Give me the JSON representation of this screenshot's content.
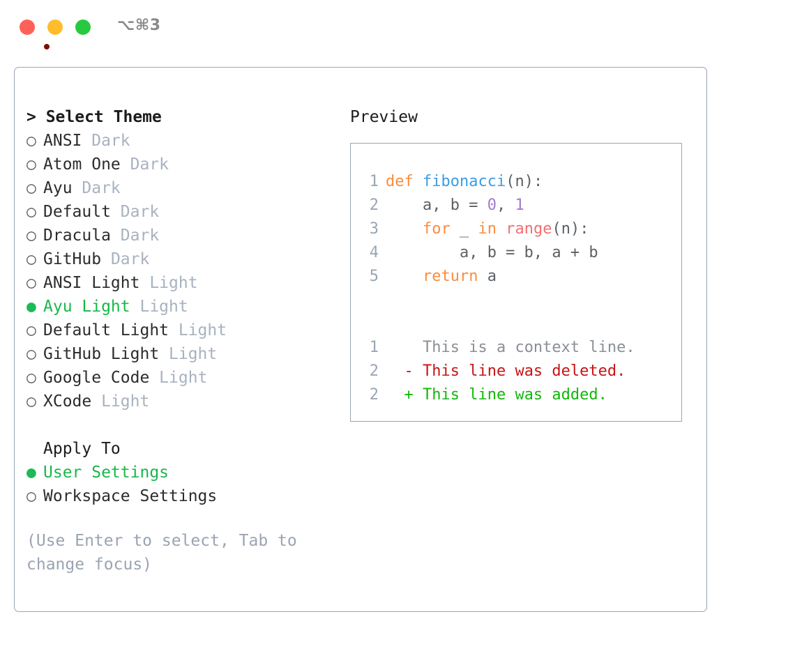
{
  "window": {
    "title": "⌥⌘3",
    "traffic_lights": [
      {
        "name": "close-button",
        "color": "#FF6058"
      },
      {
        "name": "minimize-button",
        "color": "#FFBD2E"
      },
      {
        "name": "maximize-button",
        "color": "#28C940"
      }
    ]
  },
  "theme_panel": {
    "header": "> Select Theme",
    "options": [
      {
        "bullet": "○",
        "label": "ANSI",
        "tag": "Dark",
        "selected": false
      },
      {
        "bullet": "○",
        "label": "Atom One",
        "tag": "Dark",
        "selected": false
      },
      {
        "bullet": "○",
        "label": "Ayu",
        "tag": "Dark",
        "selected": false
      },
      {
        "bullet": "○",
        "label": "Default",
        "tag": "Dark",
        "selected": false
      },
      {
        "bullet": "○",
        "label": "Dracula",
        "tag": "Dark",
        "selected": false
      },
      {
        "bullet": "○",
        "label": "GitHub",
        "tag": "Dark",
        "selected": false
      },
      {
        "bullet": "○",
        "label": "ANSI Light",
        "tag": "Light",
        "selected": false
      },
      {
        "bullet": "●",
        "label": "Ayu Light",
        "tag": "Light",
        "selected": true
      },
      {
        "bullet": "○",
        "label": "Default Light",
        "tag": "Light",
        "selected": false
      },
      {
        "bullet": "○",
        "label": "GitHub Light",
        "tag": "Light",
        "selected": false
      },
      {
        "bullet": "○",
        "label": "Google Code",
        "tag": "Light",
        "selected": false
      },
      {
        "bullet": "○",
        "label": "XCode",
        "tag": "Light",
        "selected": false
      }
    ],
    "apply_to_header": "Apply To",
    "apply_to_options": [
      {
        "bullet": "●",
        "label": "User Settings",
        "selected": true
      },
      {
        "bullet": "○",
        "label": "Workspace Settings",
        "selected": false
      }
    ],
    "hint": "(Use Enter to select, Tab to change focus)"
  },
  "preview": {
    "title": "Preview",
    "code_lines": [
      {
        "no": "1",
        "tokens": [
          {
            "t": "def ",
            "c": "kw"
          },
          {
            "t": "fibonacci",
            "c": "fn"
          },
          {
            "t": "(n):",
            "c": "punc"
          }
        ]
      },
      {
        "no": "2",
        "tokens": [
          {
            "t": "    a, b = ",
            "c": "plain"
          },
          {
            "t": "0",
            "c": "num"
          },
          {
            "t": ", ",
            "c": "plain"
          },
          {
            "t": "1",
            "c": "num"
          }
        ]
      },
      {
        "no": "3",
        "tokens": [
          {
            "t": "    ",
            "c": "plain"
          },
          {
            "t": "for",
            "c": "kw"
          },
          {
            "t": " _ ",
            "c": "plain"
          },
          {
            "t": "in",
            "c": "kw"
          },
          {
            "t": " ",
            "c": "plain"
          },
          {
            "t": "range",
            "c": "call"
          },
          {
            "t": "(n):",
            "c": "punc"
          }
        ]
      },
      {
        "no": "4",
        "tokens": [
          {
            "t": "        a, b = b, a + b",
            "c": "plain"
          }
        ]
      },
      {
        "no": "5",
        "tokens": [
          {
            "t": "    ",
            "c": "plain"
          },
          {
            "t": "return",
            "c": "kw"
          },
          {
            "t": " a",
            "c": "plain"
          }
        ]
      }
    ],
    "diff_lines": [
      {
        "no": "1",
        "marker": " ",
        "text": " This is a context line.",
        "kind": "ctx"
      },
      {
        "no": "2",
        "marker": "-",
        "text": " This line was deleted.",
        "kind": "del"
      },
      {
        "no": "2",
        "marker": "+",
        "text": " This line was added.",
        "kind": "add"
      }
    ]
  },
  "colors": {
    "accent_green": "#18b84a",
    "border": "#9aa5b4",
    "muted": "#a8b2c0",
    "keyword": "#FA8D3E",
    "function": "#399EE6",
    "number": "#A37ACC",
    "call": "#F07171",
    "diff_delete": "#C81414",
    "diff_add": "#11B80A"
  }
}
